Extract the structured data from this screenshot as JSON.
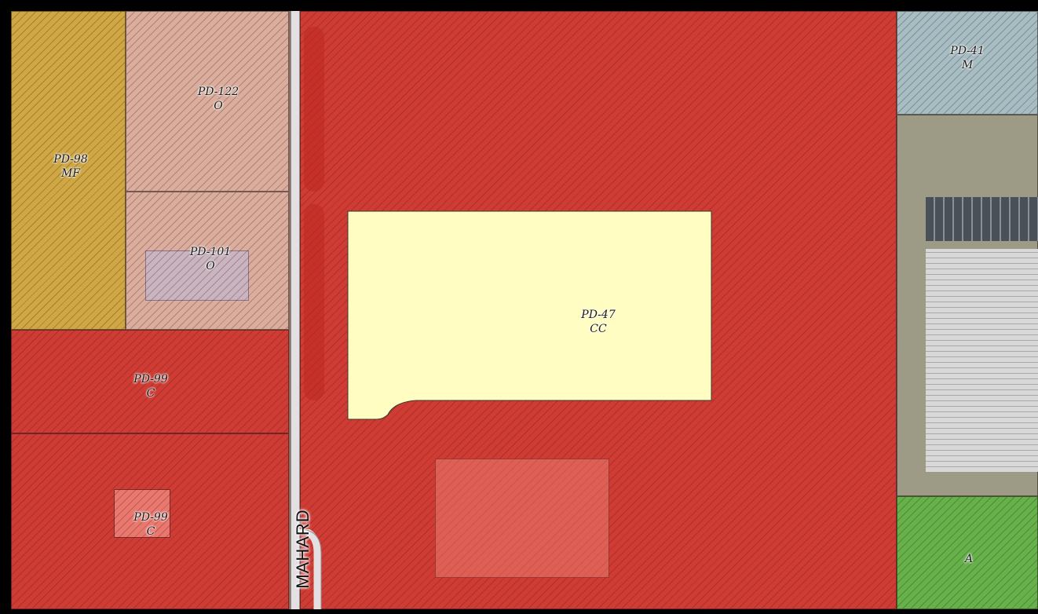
{
  "map": {
    "colors": {
      "commercial": "#d9362e",
      "multifamily": "#d8b040",
      "office": "#e8b8a8",
      "manufacturing": "#a8c4cc",
      "agricultural": "#62b84a",
      "community_commercial": "#fffdc2"
    },
    "zones": [
      {
        "id": "pd98",
        "district": "PD-98",
        "code": "MF"
      },
      {
        "id": "pd122",
        "district": "PD-122",
        "code": "O"
      },
      {
        "id": "pd101",
        "district": "PD-101",
        "code": "O"
      },
      {
        "id": "pd99a",
        "district": "PD-99",
        "code": "C"
      },
      {
        "id": "pd99b",
        "district": "PD-99",
        "code": "C"
      },
      {
        "id": "pd47",
        "district": "PD-47",
        "code": "CC"
      },
      {
        "id": "pd41",
        "district": "PD-41",
        "code": "M"
      },
      {
        "id": "agr",
        "district": "",
        "code": "A"
      }
    ],
    "street": "MAHARD"
  }
}
